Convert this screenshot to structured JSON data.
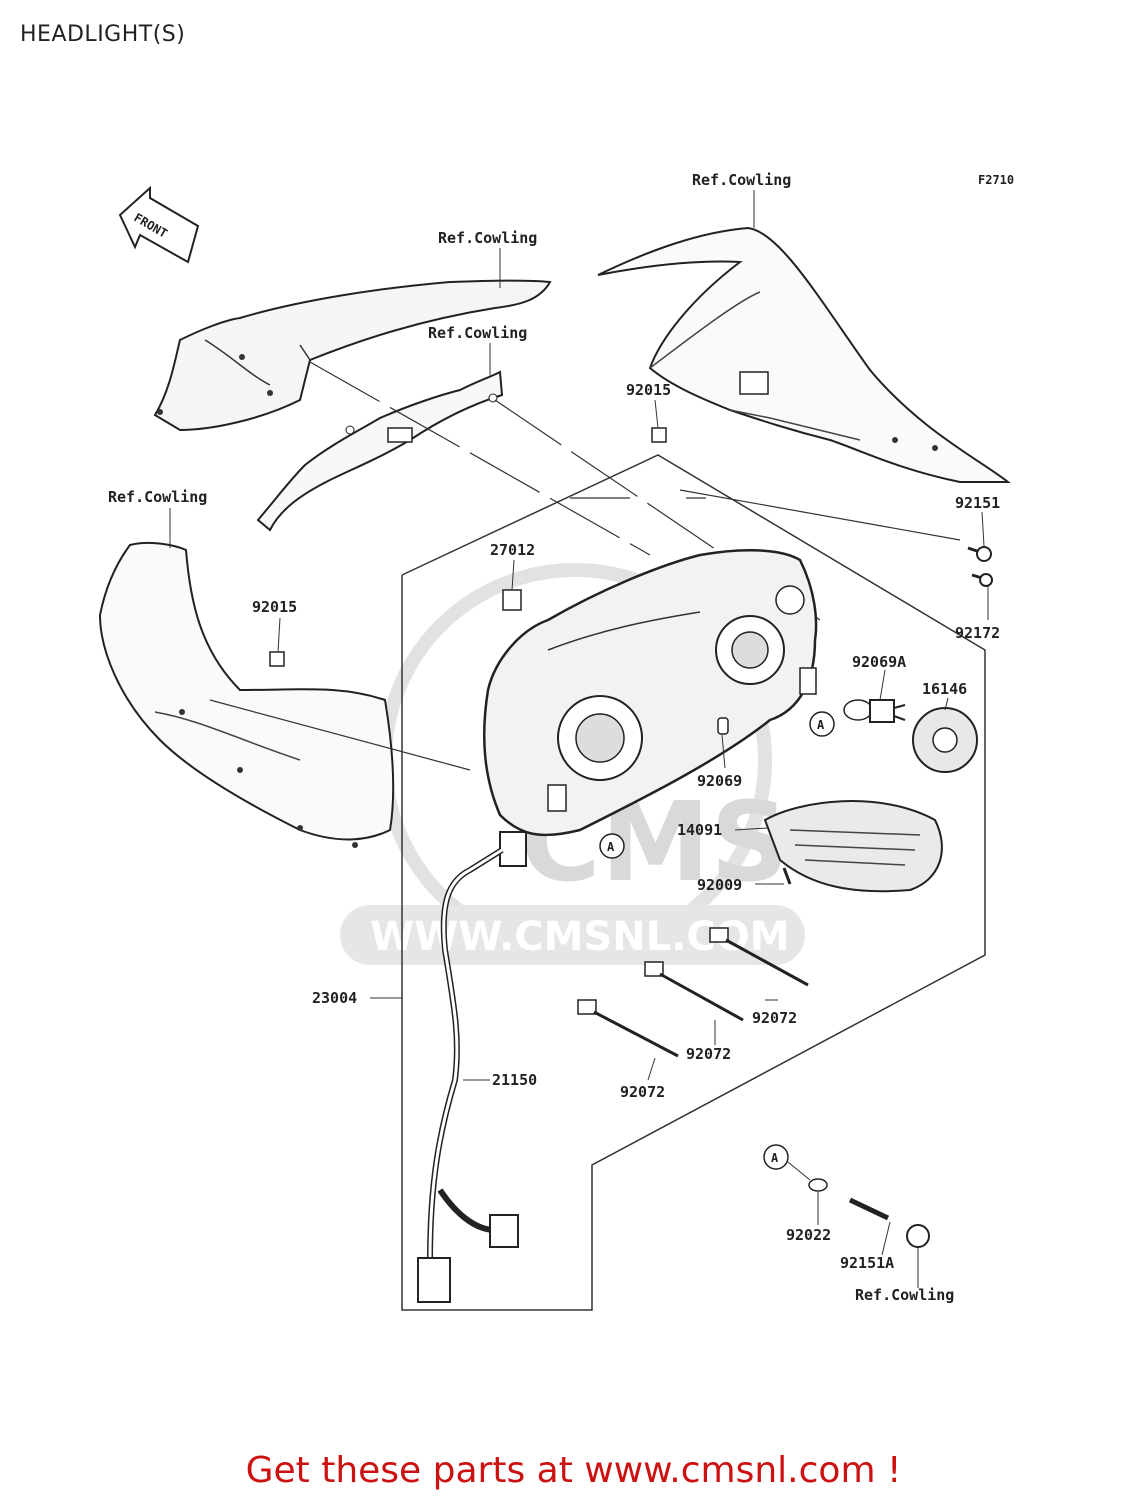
{
  "title": "HEADLIGHT(S)",
  "figure_code": "F2710",
  "front_arrow_label": "FRONT",
  "watermark": "WWW.CMSNL.COM",
  "watermark_logo": "CMS",
  "labels": {
    "ref_cowling_top_right": "Ref.Cowling",
    "ref_cowling_top": "Ref.Cowling",
    "ref_cowling_mid": "Ref.Cowling",
    "ref_cowling_left": "Ref.Cowling",
    "ref_cowling_bottom": "Ref.Cowling",
    "p92015_upper": "92015",
    "p92015_left": "92015",
    "p27012": "27012",
    "p92151": "92151",
    "p92172": "92172",
    "p92069A": "92069A",
    "p16146": "16146",
    "p92069": "92069",
    "p14091": "14091",
    "p92009": "92009",
    "p23004": "23004",
    "p21150": "21150",
    "p92072_a": "92072",
    "p92072_b": "92072",
    "p92072_c": "92072",
    "p92022": "92022",
    "p92151A": "92151A",
    "callout_a1": "A",
    "callout_a2": "A",
    "callout_a3": "A"
  },
  "footer": {
    "prefix": "Get these parts at ",
    "link": "www.cmsnl.com",
    "suffix": " !"
  }
}
